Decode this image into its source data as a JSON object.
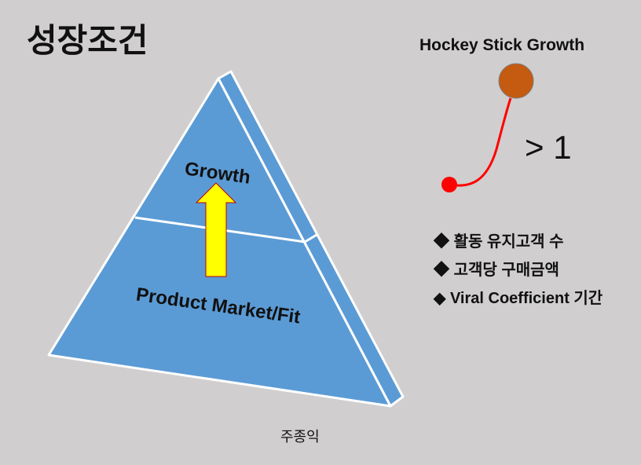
{
  "title": "성장조건",
  "pyramid": {
    "top_label": "Growth",
    "bottom_label": "Product Market/Fit"
  },
  "hockey": {
    "title": "Hockey Stick Growth",
    "ratio_label": "> 1"
  },
  "bullets": [
    {
      "marker": "◆",
      "text": "활동 유지고객 수"
    },
    {
      "marker": "◆",
      "text": "고객당 구매금액"
    },
    {
      "marker": "◆",
      "text": "Viral Coefficient 기간"
    }
  ],
  "caption": "주종익",
  "colors": {
    "background": "#D0CECE",
    "pyramid": "#5B9BD5",
    "arrow": "#FFFF00",
    "ball": "#C55A11",
    "curve": "#FF0000"
  }
}
